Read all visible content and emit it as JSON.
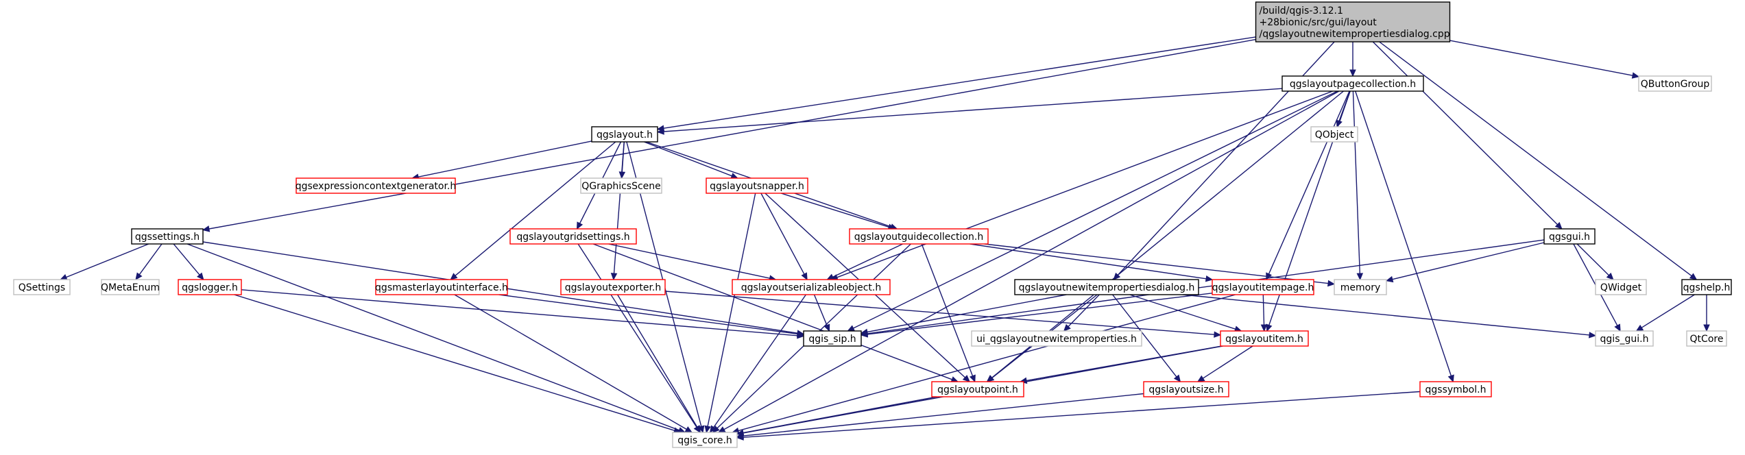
{
  "colors": {
    "edge": "#191970",
    "root_fill": "#bfbfbf",
    "root_border": "#000000",
    "documented_border": "#000000",
    "undocumented_border": "#ff0000",
    "external_border": "#bfbfbf"
  },
  "nodes": [
    {
      "id": "root",
      "kind": "root",
      "lines": [
        "/build/qgis-3.12.1",
        "+28bionic/src/gui/layout",
        "/qgslayoutnewitempropertiesdialog.cpp"
      ]
    },
    {
      "id": "pagecollection",
      "kind": "documented",
      "lines": [
        "qgslayoutpagecollection.h"
      ]
    },
    {
      "id": "qbuttongroup",
      "kind": "external",
      "lines": [
        "QButtonGroup"
      ]
    },
    {
      "id": "qgslayout",
      "kind": "documented",
      "lines": [
        "qgslayout.h"
      ]
    },
    {
      "id": "qobject",
      "kind": "external",
      "lines": [
        "QObject"
      ]
    },
    {
      "id": "exprctxgen",
      "kind": "undocumented",
      "lines": [
        "qgsexpressioncontextgenerator.h"
      ]
    },
    {
      "id": "qgraphicsscene",
      "kind": "external",
      "lines": [
        "QGraphicsScene"
      ]
    },
    {
      "id": "snapper",
      "kind": "undocumented",
      "lines": [
        "qgslayoutsnapper.h"
      ]
    },
    {
      "id": "qgssettings",
      "kind": "documented",
      "lines": [
        "qgssettings.h"
      ]
    },
    {
      "id": "gridsettings",
      "kind": "undocumented",
      "lines": [
        "qgslayoutgridsettings.h"
      ]
    },
    {
      "id": "guidecollection",
      "kind": "undocumented",
      "lines": [
        "qgslayoutguidecollection.h"
      ]
    },
    {
      "id": "qgsgui",
      "kind": "documented",
      "lines": [
        "qgsgui.h"
      ]
    },
    {
      "id": "qsettings",
      "kind": "external",
      "lines": [
        "QSettings"
      ]
    },
    {
      "id": "qmetaenum",
      "kind": "external",
      "lines": [
        "QMetaEnum"
      ]
    },
    {
      "id": "qgslogger",
      "kind": "undocumented",
      "lines": [
        "qgslogger.h"
      ]
    },
    {
      "id": "masterlayout",
      "kind": "undocumented",
      "lines": [
        "qgsmasterlayoutinterface.h"
      ]
    },
    {
      "id": "exporter",
      "kind": "undocumented",
      "lines": [
        "qgslayoutexporter.h"
      ]
    },
    {
      "id": "serializable",
      "kind": "undocumented",
      "lines": [
        "qgslayoutserializableobject.h"
      ]
    },
    {
      "id": "newitemdialog",
      "kind": "documented",
      "lines": [
        "qgslayoutnewitempropertiesdialog.h"
      ]
    },
    {
      "id": "itempage",
      "kind": "undocumented",
      "lines": [
        "qgslayoutitempage.h"
      ]
    },
    {
      "id": "memory",
      "kind": "external",
      "lines": [
        "memory"
      ]
    },
    {
      "id": "qwidget",
      "kind": "external",
      "lines": [
        "QWidget"
      ]
    },
    {
      "id": "qgshelp",
      "kind": "documented",
      "lines": [
        "qgshelp.h"
      ]
    },
    {
      "id": "qgissip",
      "kind": "documented",
      "lines": [
        "qgis_sip.h"
      ]
    },
    {
      "id": "uiprops",
      "kind": "external",
      "lines": [
        "ui_qgslayoutnewitemproperties.h"
      ]
    },
    {
      "id": "layoutitem",
      "kind": "undocumented",
      "lines": [
        "qgslayoutitem.h"
      ]
    },
    {
      "id": "qgisgui",
      "kind": "external",
      "lines": [
        "qgis_gui.h"
      ]
    },
    {
      "id": "qtcore",
      "kind": "external",
      "lines": [
        "QtCore"
      ]
    },
    {
      "id": "layoutpoint",
      "kind": "undocumented",
      "lines": [
        "qgslayoutpoint.h"
      ]
    },
    {
      "id": "layoutsize",
      "kind": "undocumented",
      "lines": [
        "qgslayoutsize.h"
      ]
    },
    {
      "id": "qgssymbol",
      "kind": "undocumented",
      "lines": [
        "qgssymbol.h"
      ]
    },
    {
      "id": "qgiscore",
      "kind": "external",
      "lines": [
        "qgis_core.h"
      ]
    }
  ],
  "edges": [
    [
      "root",
      "qgssettings"
    ],
    [
      "root",
      "qgslayout"
    ],
    [
      "root",
      "newitemdialog"
    ],
    [
      "root",
      "pagecollection"
    ],
    [
      "root",
      "qgsgui"
    ],
    [
      "root",
      "qgshelp"
    ],
    [
      "root",
      "qbuttongroup"
    ],
    [
      "pagecollection",
      "qgslayout"
    ],
    [
      "pagecollection",
      "serializable"
    ],
    [
      "pagecollection",
      "qgissip"
    ],
    [
      "pagecollection",
      "qobject"
    ],
    [
      "pagecollection",
      "memory"
    ],
    [
      "pagecollection",
      "itempage"
    ],
    [
      "pagecollection",
      "layoutitem"
    ],
    [
      "pagecollection",
      "layoutpoint"
    ],
    [
      "pagecollection",
      "qgssymbol"
    ],
    [
      "pagecollection",
      "qgiscore"
    ],
    [
      "qgslayout",
      "exprctxgen"
    ],
    [
      "qgslayout",
      "qgraphicsscene"
    ],
    [
      "qgslayout",
      "snapper"
    ],
    [
      "qgslayout",
      "guidecollection"
    ],
    [
      "qgslayout",
      "gridsettings"
    ],
    [
      "qgslayout",
      "masterlayout"
    ],
    [
      "qgslayout",
      "exporter"
    ],
    [
      "qgslayout",
      "qgiscore"
    ],
    [
      "snapper",
      "guidecollection"
    ],
    [
      "snapper",
      "serializable"
    ],
    [
      "snapper",
      "layoutpoint"
    ],
    [
      "snapper",
      "qgiscore"
    ],
    [
      "gridsettings",
      "serializable"
    ],
    [
      "gridsettings",
      "layoutpoint"
    ],
    [
      "gridsettings",
      "qgiscore"
    ],
    [
      "guidecollection",
      "serializable"
    ],
    [
      "guidecollection",
      "itempage"
    ],
    [
      "guidecollection",
      "memory"
    ],
    [
      "guidecollection",
      "layoutpoint"
    ],
    [
      "guidecollection",
      "qgiscore"
    ],
    [
      "qgssettings",
      "qsettings"
    ],
    [
      "qgssettings",
      "qmetaenum"
    ],
    [
      "qgssettings",
      "qgslogger"
    ],
    [
      "qgssettings",
      "qgissip"
    ],
    [
      "qgssettings",
      "qgiscore"
    ],
    [
      "qgslogger",
      "qgiscore"
    ],
    [
      "qgslogger",
      "qgissip"
    ],
    [
      "masterlayout",
      "qgissip"
    ],
    [
      "masterlayout",
      "qgiscore"
    ],
    [
      "exporter",
      "layoutitem"
    ],
    [
      "exporter",
      "qgiscore"
    ],
    [
      "serializable",
      "qgissip"
    ],
    [
      "serializable",
      "qgiscore"
    ],
    [
      "newitemdialog",
      "qgissip"
    ],
    [
      "newitemdialog",
      "uiprops"
    ],
    [
      "newitemdialog",
      "layoutitem"
    ],
    [
      "newitemdialog",
      "layoutpoint"
    ],
    [
      "newitemdialog",
      "layoutsize"
    ],
    [
      "newitemdialog",
      "qgisgui"
    ],
    [
      "itempage",
      "qgissip"
    ],
    [
      "itempage",
      "layoutitem"
    ],
    [
      "itempage",
      "qgiscore"
    ],
    [
      "layoutitem",
      "layoutpoint"
    ],
    [
      "layoutitem",
      "layoutsize"
    ],
    [
      "layoutitem",
      "qgiscore"
    ],
    [
      "layoutpoint",
      "qgiscore"
    ],
    [
      "layoutsize",
      "qgiscore"
    ],
    [
      "qgssymbol",
      "qgiscore"
    ],
    [
      "qgsgui",
      "memory"
    ],
    [
      "qgsgui",
      "qwidget"
    ],
    [
      "qgsgui",
      "qgissip"
    ],
    [
      "qgsgui",
      "qgisgui"
    ],
    [
      "qgshelp",
      "qgisgui"
    ],
    [
      "qgshelp",
      "qtcore"
    ]
  ]
}
